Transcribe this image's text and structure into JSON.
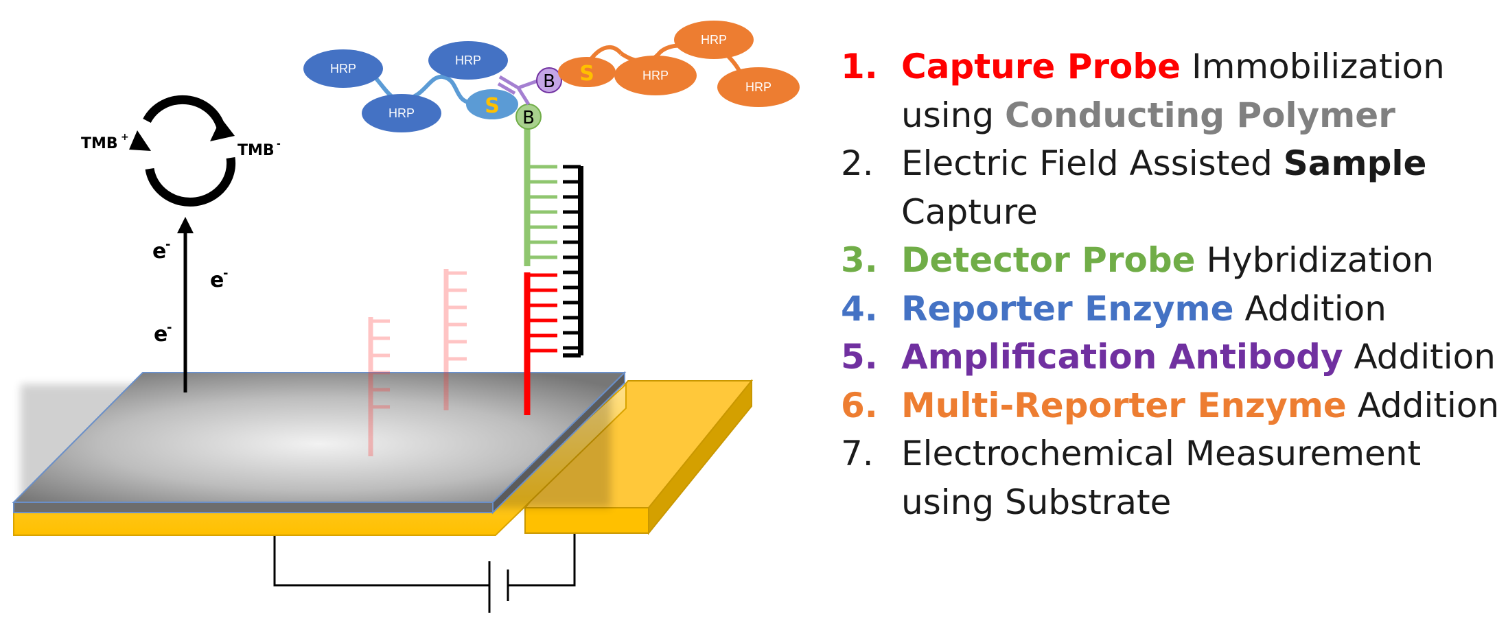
{
  "labels": {
    "hrp": "HRP",
    "s": "S",
    "b": "B",
    "tmb_plus": "TMB",
    "tmb_plus_sup": "+",
    "tmb_minus": "TMB",
    "tmb_minus_sup": "-",
    "electron": "e",
    "electron_sup": "-"
  },
  "colors": {
    "red": "#ff0000",
    "gray": "#808080",
    "green": "#70ad47",
    "blue": "#4472c4",
    "purple": "#7030a0",
    "orange": "#ed7d31",
    "gold": "#ffc000"
  },
  "steps": [
    {
      "num": "1.",
      "num_color": "red",
      "num_bold": true,
      "line1": [
        {
          "text": "Capture Probe",
          "color": "red",
          "bold": true
        },
        {
          "text": " Immobilization"
        }
      ],
      "line2": [
        {
          "text": "using "
        },
        {
          "text": "Conducting Polymer",
          "color": "gray",
          "bold": true
        }
      ]
    },
    {
      "num": "2.",
      "num_bold": false,
      "line1": [
        {
          "text": "Electric Field Assisted "
        },
        {
          "text": "Sample",
          "bold": true
        }
      ],
      "line2": [
        {
          "text": "Capture"
        }
      ]
    },
    {
      "num": "3.",
      "num_color": "green",
      "num_bold": true,
      "line1": [
        {
          "text": "Detector Probe",
          "color": "green",
          "bold": true
        },
        {
          "text": " Hybridization"
        }
      ]
    },
    {
      "num": "4.",
      "num_color": "blue",
      "num_bold": true,
      "line1": [
        {
          "text": "Reporter Enzyme",
          "color": "blue",
          "bold": true
        },
        {
          "text": " Addition"
        }
      ]
    },
    {
      "num": "5.",
      "num_color": "purple",
      "num_bold": true,
      "line1": [
        {
          "text": "Amplification Antibody",
          "color": "purple",
          "bold": true
        },
        {
          "text": " Addition"
        }
      ]
    },
    {
      "num": "6.",
      "num_color": "orange",
      "num_bold": true,
      "line1": [
        {
          "text": "Multi-Reporter Enzyme",
          "color": "orange",
          "bold": true
        },
        {
          "text": " Addition"
        }
      ]
    },
    {
      "num": "7.",
      "num_bold": false,
      "line1": [
        {
          "text": "Electrochemical Measurement"
        }
      ],
      "line2": [
        {
          "text": "using Substrate"
        }
      ]
    }
  ]
}
